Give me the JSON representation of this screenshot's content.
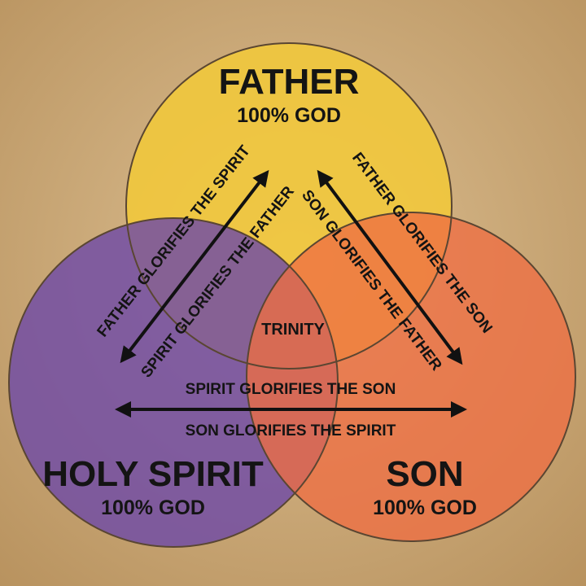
{
  "colors": {
    "parchment": "#dcbf92",
    "parchment_dark": "#b8925e",
    "father_circle": "#f1c83c",
    "spirit_circle": "#6f4aa6",
    "son_circle": "#ee6e43",
    "outline": "#5a4632",
    "arrow": "#111111"
  },
  "circles": {
    "father": {
      "name": "FATHER",
      "subtitle": "100% GOD"
    },
    "spirit": {
      "name": "HOLY SPIRIT",
      "subtitle": "100% GOD"
    },
    "son": {
      "name": "SON",
      "subtitle": "100% GOD"
    }
  },
  "center_label": "TRINITY",
  "relationships": {
    "father_glorifies_spirit": "FATHER GLORIFIES THE SPIRIT",
    "spirit_glorifies_father": "SPIRIT GLORIFIES THE FATHER",
    "father_glorifies_son": "FATHER GLORIFIES THE SON",
    "son_glorifies_father": "SON GLORIFIES THE FATHER",
    "spirit_glorifies_son": "SPIRIT GLORIFIES THE SON",
    "son_glorifies_spirit": "SON GLORIFIES THE SPIRIT"
  }
}
